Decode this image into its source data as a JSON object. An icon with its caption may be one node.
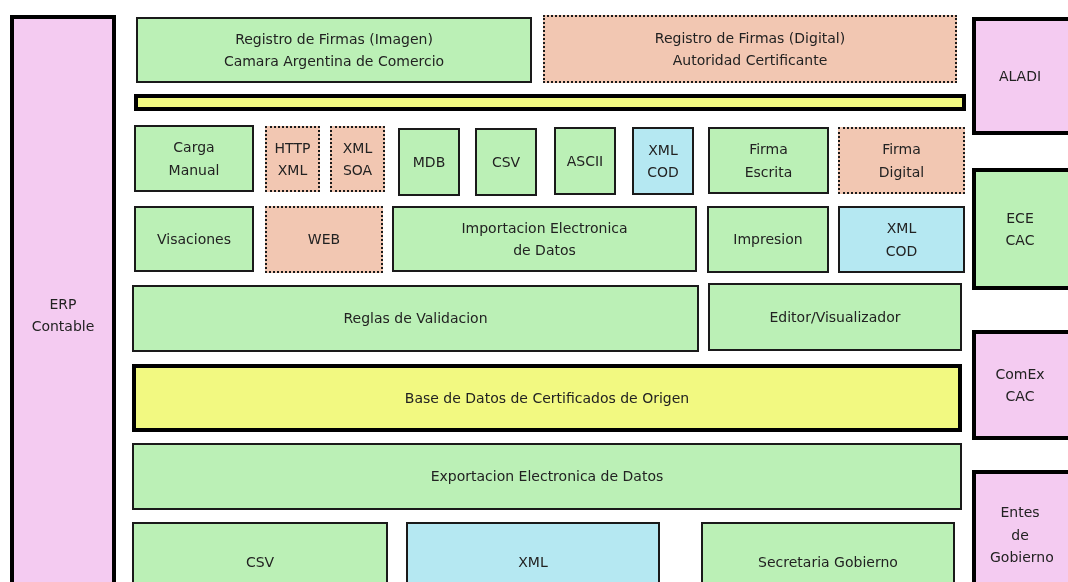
{
  "diagram": {
    "nodes": [
      {
        "text": [
          "ERP Contable"
        ]
      },
      {
        "text": [
          "Registro de Firmas (Imagen) Camara Argentina de Comercio"
        ]
      },
      {
        "text": [
          "Registro de Firmas (Digital) Autoridad Certificante"
        ]
      },
      {
        "text": [
          "ALADI"
        ]
      },
      {
        "text": [],
        "shape": "bar"
      },
      {
        "text": [
          "Carga Manual"
        ]
      },
      {
        "text": [
          "HTTP XML"
        ]
      },
      {
        "text": [
          "XML SOA"
        ]
      },
      {
        "text": [
          "MDB"
        ]
      },
      {
        "text": [
          "CSV"
        ]
      },
      {
        "text": [
          "ASCII"
        ]
      },
      {
        "text": [
          "XML COD"
        ]
      },
      {
        "text": [
          "Firma Escrita"
        ]
      },
      {
        "text": [
          "Firma Digital"
        ]
      },
      {
        "text": [
          "Visaciones"
        ]
      },
      {
        "text": [
          "WEB"
        ]
      },
      {
        "text": [
          "Importacion Electronica de Datos"
        ]
      },
      {
        "text": [
          "Impresion"
        ]
      },
      {
        "text": [
          "XML COD"
        ]
      },
      {
        "text": [
          "ECE CAC"
        ]
      },
      {
        "text": [
          "Reglas de Validacion"
        ]
      },
      {
        "text": [
          "Editor/Visualizador"
        ]
      },
      {
        "text": [
          "ComEx CAC"
        ]
      },
      {
        "text": [
          "Base de Datos de Certificados de Origen"
        ]
      },
      {
        "text": [
          "Exportacion Electronica de Datos"
        ]
      },
      {
        "text": [
          "Entes de Gobierno"
        ]
      },
      {
        "text": [
          "CSV"
        ]
      },
      {
        "text": [
          "XML"
        ]
      },
      {
        "text": [
          "Secretaria Gobierno"
        ]
      }
    ]
  }
}
